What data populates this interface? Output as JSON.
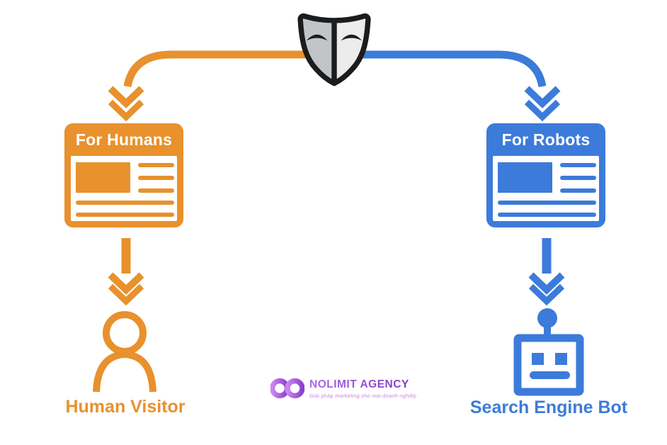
{
  "theme": {
    "orange": "#E8912D",
    "blue": "#3C7BDA",
    "mask_outline": "#1C1C1C",
    "mask_left_fill": "#C2C5C7",
    "mask_right_fill": "#ECECEC",
    "background": "#FFFFFF",
    "brand_purple": "#8A3FD1"
  },
  "mask": {
    "icon": "theater-mask-icon"
  },
  "left_branch": {
    "card_title": "For Humans",
    "visitor_label": "Human Visitor",
    "icon": "person-outline-icon"
  },
  "right_branch": {
    "card_title": "For Robots",
    "visitor_label": "Search Engine Bot",
    "icon": "robot-face-icon"
  },
  "watermark": {
    "icon": "infinity-icon",
    "brand": "NOLIMIT AGENCY",
    "tagline": "Giải pháp marketing cho mọi doanh nghiệp"
  }
}
